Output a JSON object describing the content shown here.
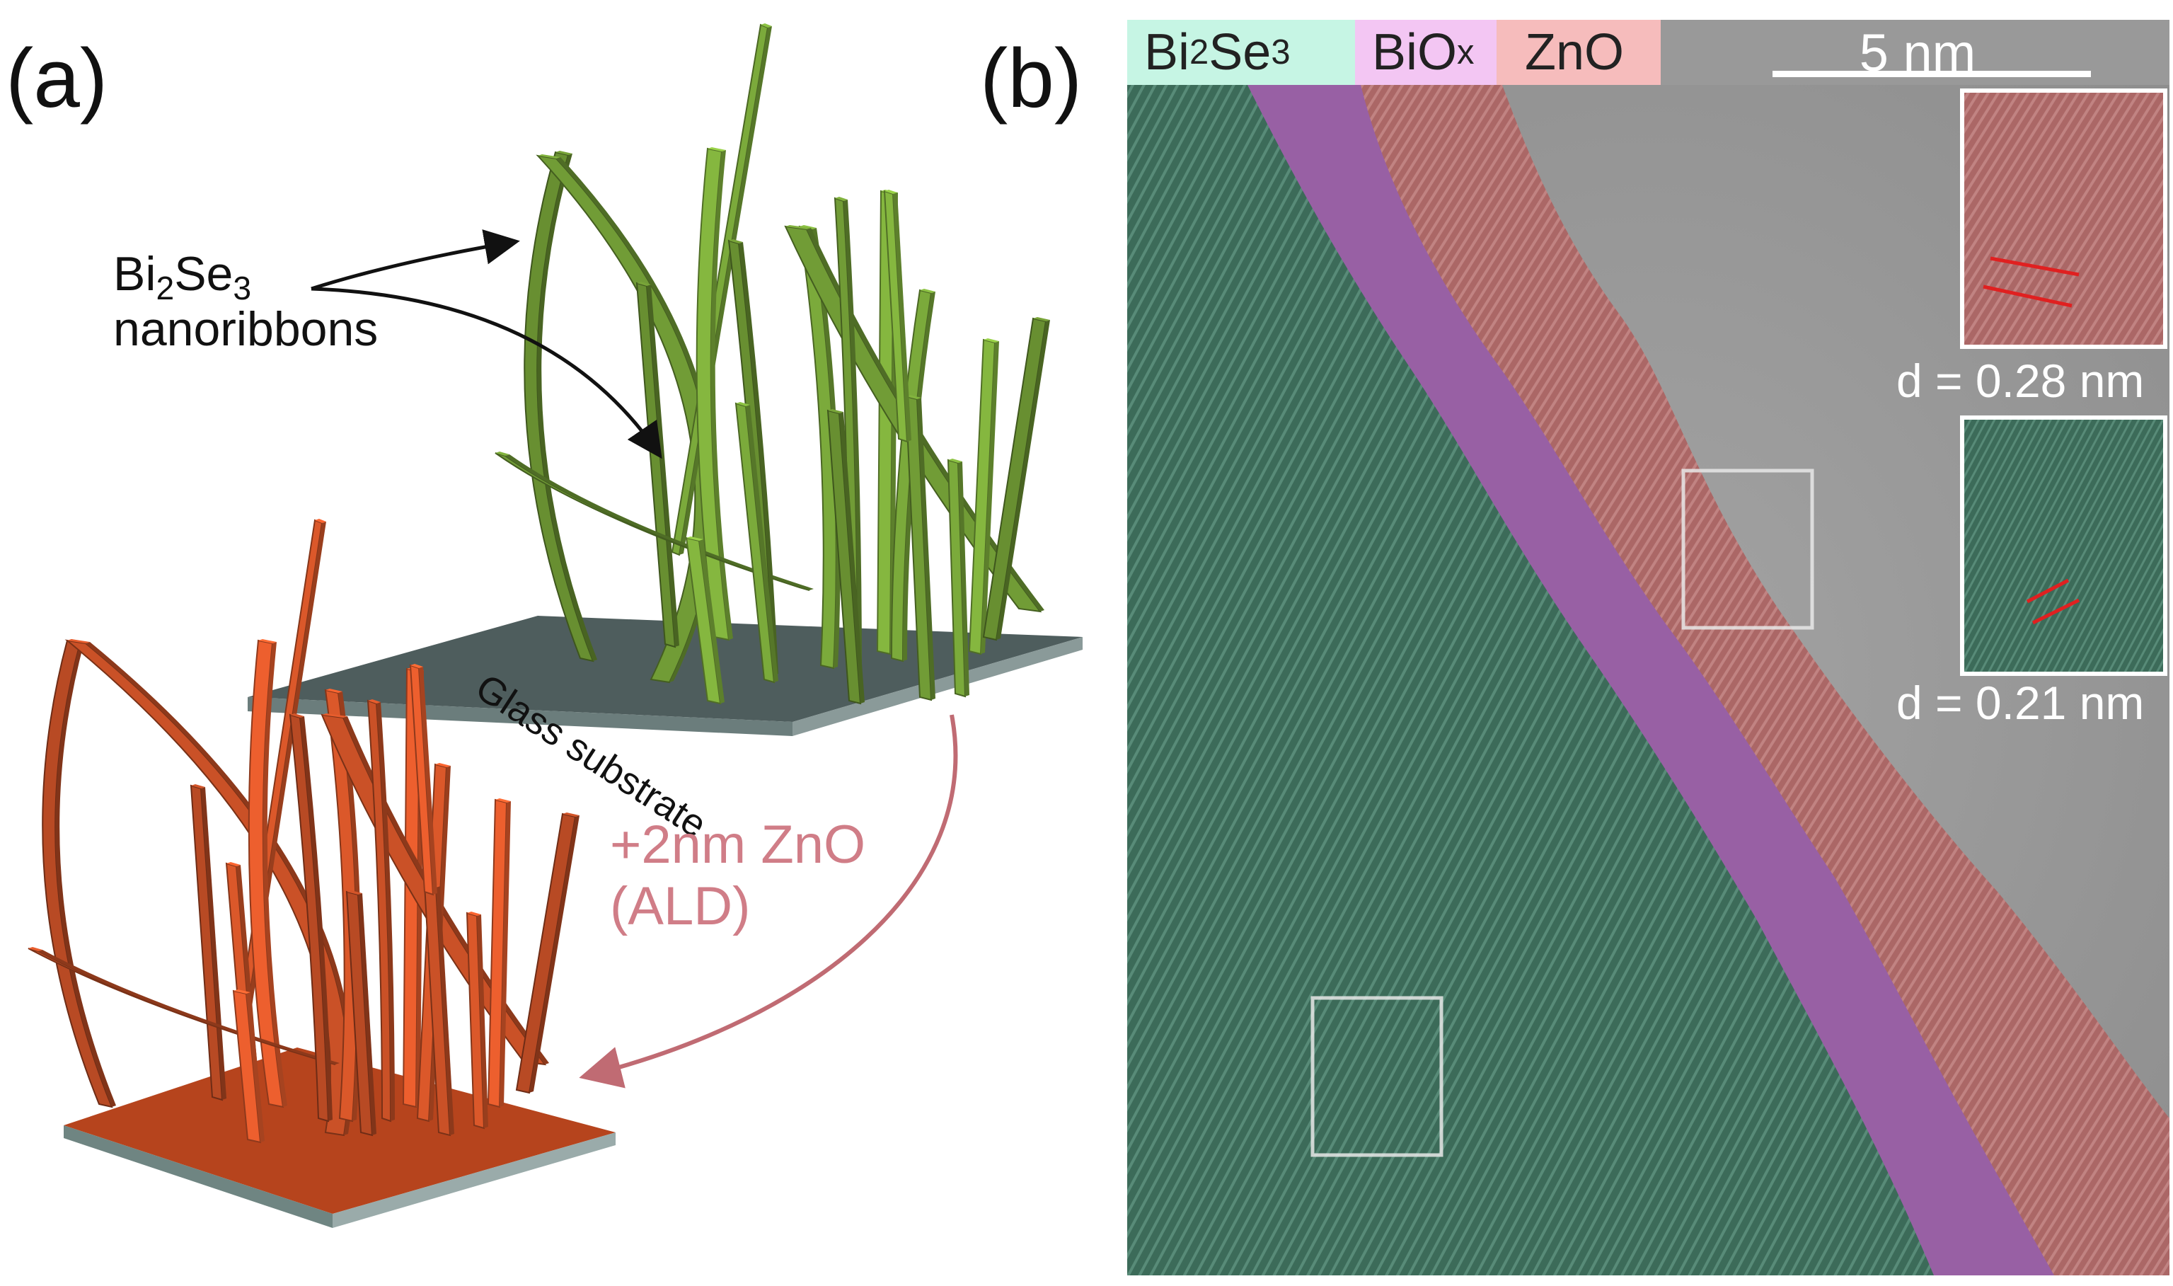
{
  "panel_a": {
    "label": "(a)",
    "nanoribbon_label_line1": "Bi",
    "nanoribbon_label_sub1": "2",
    "nanoribbon_label_mid": "Se",
    "nanoribbon_label_sub2": "3",
    "nanoribbon_label_line2": "nanoribbons",
    "substrate_label": "Glass substrate",
    "process_label_line1": "+2nm ZnO",
    "process_label_line2": "(ALD)",
    "colors": {
      "uncoated": "#7aa83a",
      "coated": "#d9572a",
      "arrow": "#d8848a",
      "substrate": "#4e5d5d"
    }
  },
  "panel_b": {
    "label": "(b)",
    "layers": [
      {
        "name": "Bi",
        "sub": "2",
        "name2": "Se",
        "sub2": "3",
        "color": "#c6f5e4"
      },
      {
        "name": "BiO",
        "sub": "x",
        "name2": "",
        "sub2": "",
        "color": "#f3c6f3"
      },
      {
        "name": "ZnO",
        "sub": "",
        "name2": "",
        "sub2": "",
        "color": "#f6bcbc"
      }
    ],
    "scale_bar": "5 nm",
    "insets": [
      {
        "d_label": "d = 0.28 nm",
        "region": "ZnO"
      },
      {
        "d_label": "d = 0.21 nm",
        "region": "Bi2Se3"
      }
    ],
    "colors": {
      "bi2se3": "#3a6a58",
      "biox": "#a060b0",
      "zno": "#b06a6a",
      "vacuum": "#9a9a9a",
      "strip_gray": "#999999",
      "lattice_marks": "#e02020"
    }
  }
}
